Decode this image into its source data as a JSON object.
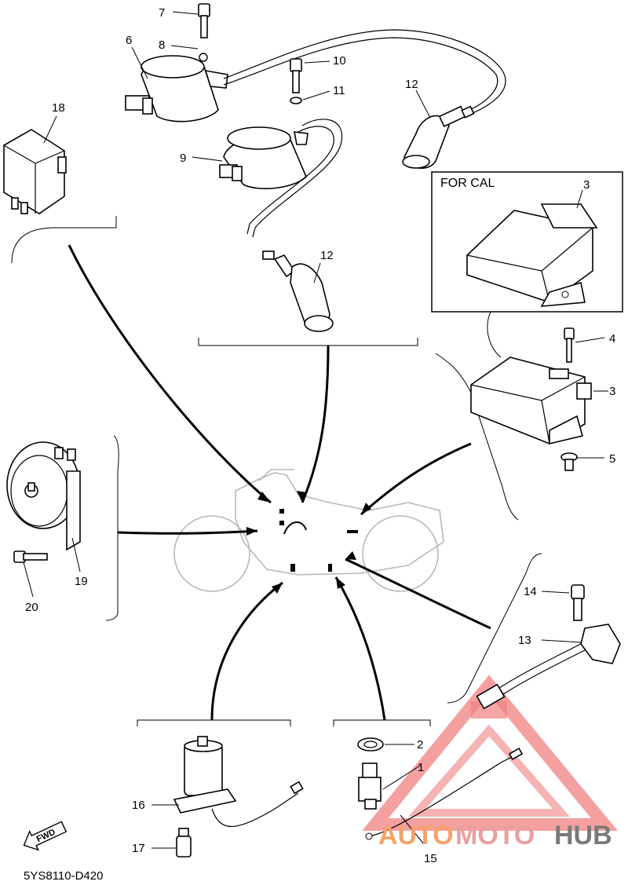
{
  "diagram": {
    "box_label": "FOR CAL",
    "part_code": "5YS8110-D420",
    "fwd_label": "FWD",
    "watermark": {
      "part1": "AUTO",
      "part2": "MOTO",
      "part3": "HUB"
    },
    "callouts": {
      "c1": "1",
      "c2": "2",
      "c3a": "3",
      "c3b": "3",
      "c4": "4",
      "c5": "5",
      "c6": "6",
      "c7": "7",
      "c8": "8",
      "c9": "9",
      "c10": "10",
      "c11": "11",
      "c12a": "12",
      "c12b": "12",
      "c13": "13",
      "c14": "14",
      "c15": "15",
      "c16": "16",
      "c17": "17",
      "c18": "18",
      "c19": "19",
      "c20": "20"
    },
    "parts": [
      {
        "id": "6",
        "icon": "ignition-coil-icon"
      },
      {
        "id": "9",
        "icon": "ignition-coil-icon"
      },
      {
        "id": "12",
        "icon": "spark-plug-cap-icon"
      },
      {
        "id": "18",
        "icon": "relay-unit-icon"
      },
      {
        "id": "3",
        "icon": "cdi-unit-icon"
      },
      {
        "id": "19",
        "icon": "horn-icon"
      },
      {
        "id": "13",
        "icon": "sensor-icon"
      },
      {
        "id": "16",
        "icon": "starter-relay-icon"
      },
      {
        "id": "1",
        "icon": "neutral-switch-icon"
      }
    ]
  }
}
